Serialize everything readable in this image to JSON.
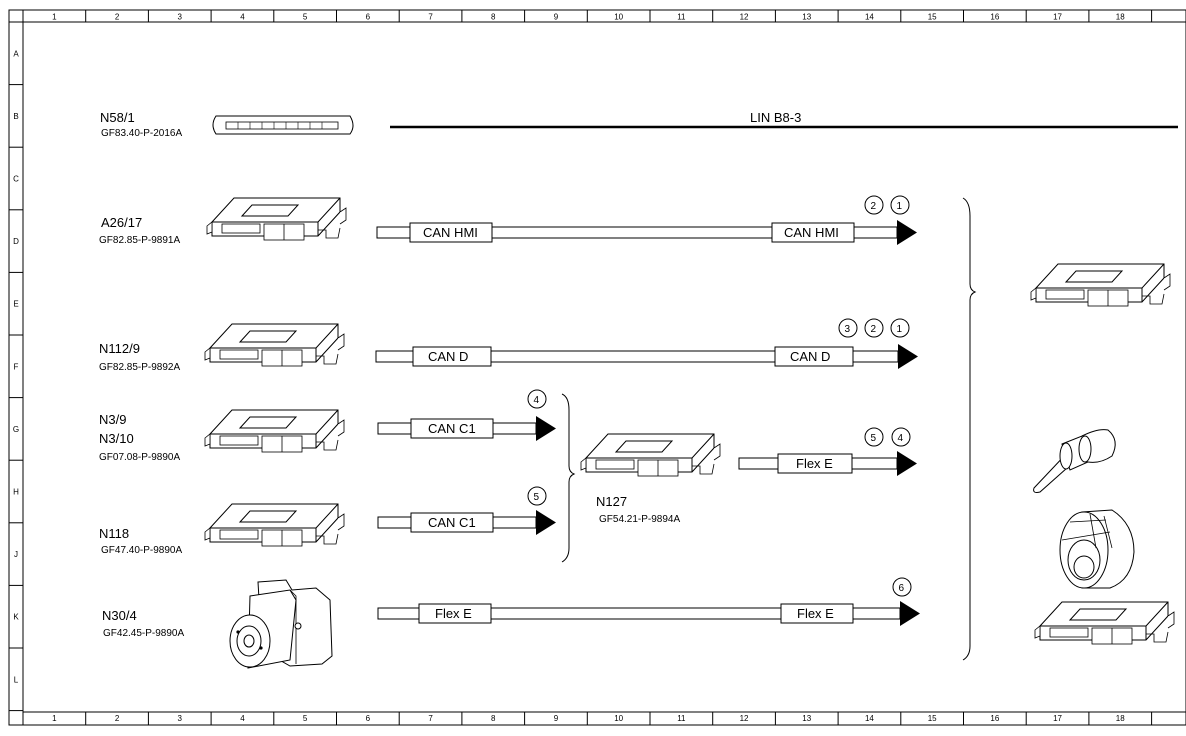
{
  "grid": {
    "columns": [
      "1",
      "2",
      "3",
      "4",
      "5",
      "6",
      "7",
      "8",
      "9",
      "10",
      "11",
      "12",
      "13",
      "14",
      "15",
      "16",
      "17",
      "18"
    ],
    "rows": [
      "A",
      "B",
      "C",
      "D",
      "E",
      "F",
      "G",
      "H",
      "J",
      "K",
      "L"
    ]
  },
  "components": {
    "n58_1": {
      "name": "N58/1",
      "doc": "GF83.40-P-2016A"
    },
    "a26_17": {
      "name": "A26/17",
      "doc": "GF82.85-P-9891A"
    },
    "n112_9": {
      "name": "N112/9",
      "doc": "GF82.85-P-9892A"
    },
    "n3": {
      "name1": "N3/9",
      "name2": "N3/10",
      "doc": "GF07.08-P-9890A"
    },
    "n118": {
      "name": "N118",
      "doc": "GF47.40-P-9890A"
    },
    "n30_4": {
      "name": "N30/4",
      "doc": "GF42.45-P-9890A"
    },
    "n127": {
      "name": "N127",
      "doc": "GF54.21-P-9894A"
    }
  },
  "buses": {
    "lin": "LIN B8-3",
    "can_hmi": "CAN HMI",
    "can_d": "CAN D",
    "can_c1": "CAN C1",
    "flex_e": "Flex E"
  },
  "markers": {
    "m1": "1",
    "m2": "2",
    "m3": "3",
    "m4": "4",
    "m5": "5",
    "m6": "6"
  }
}
